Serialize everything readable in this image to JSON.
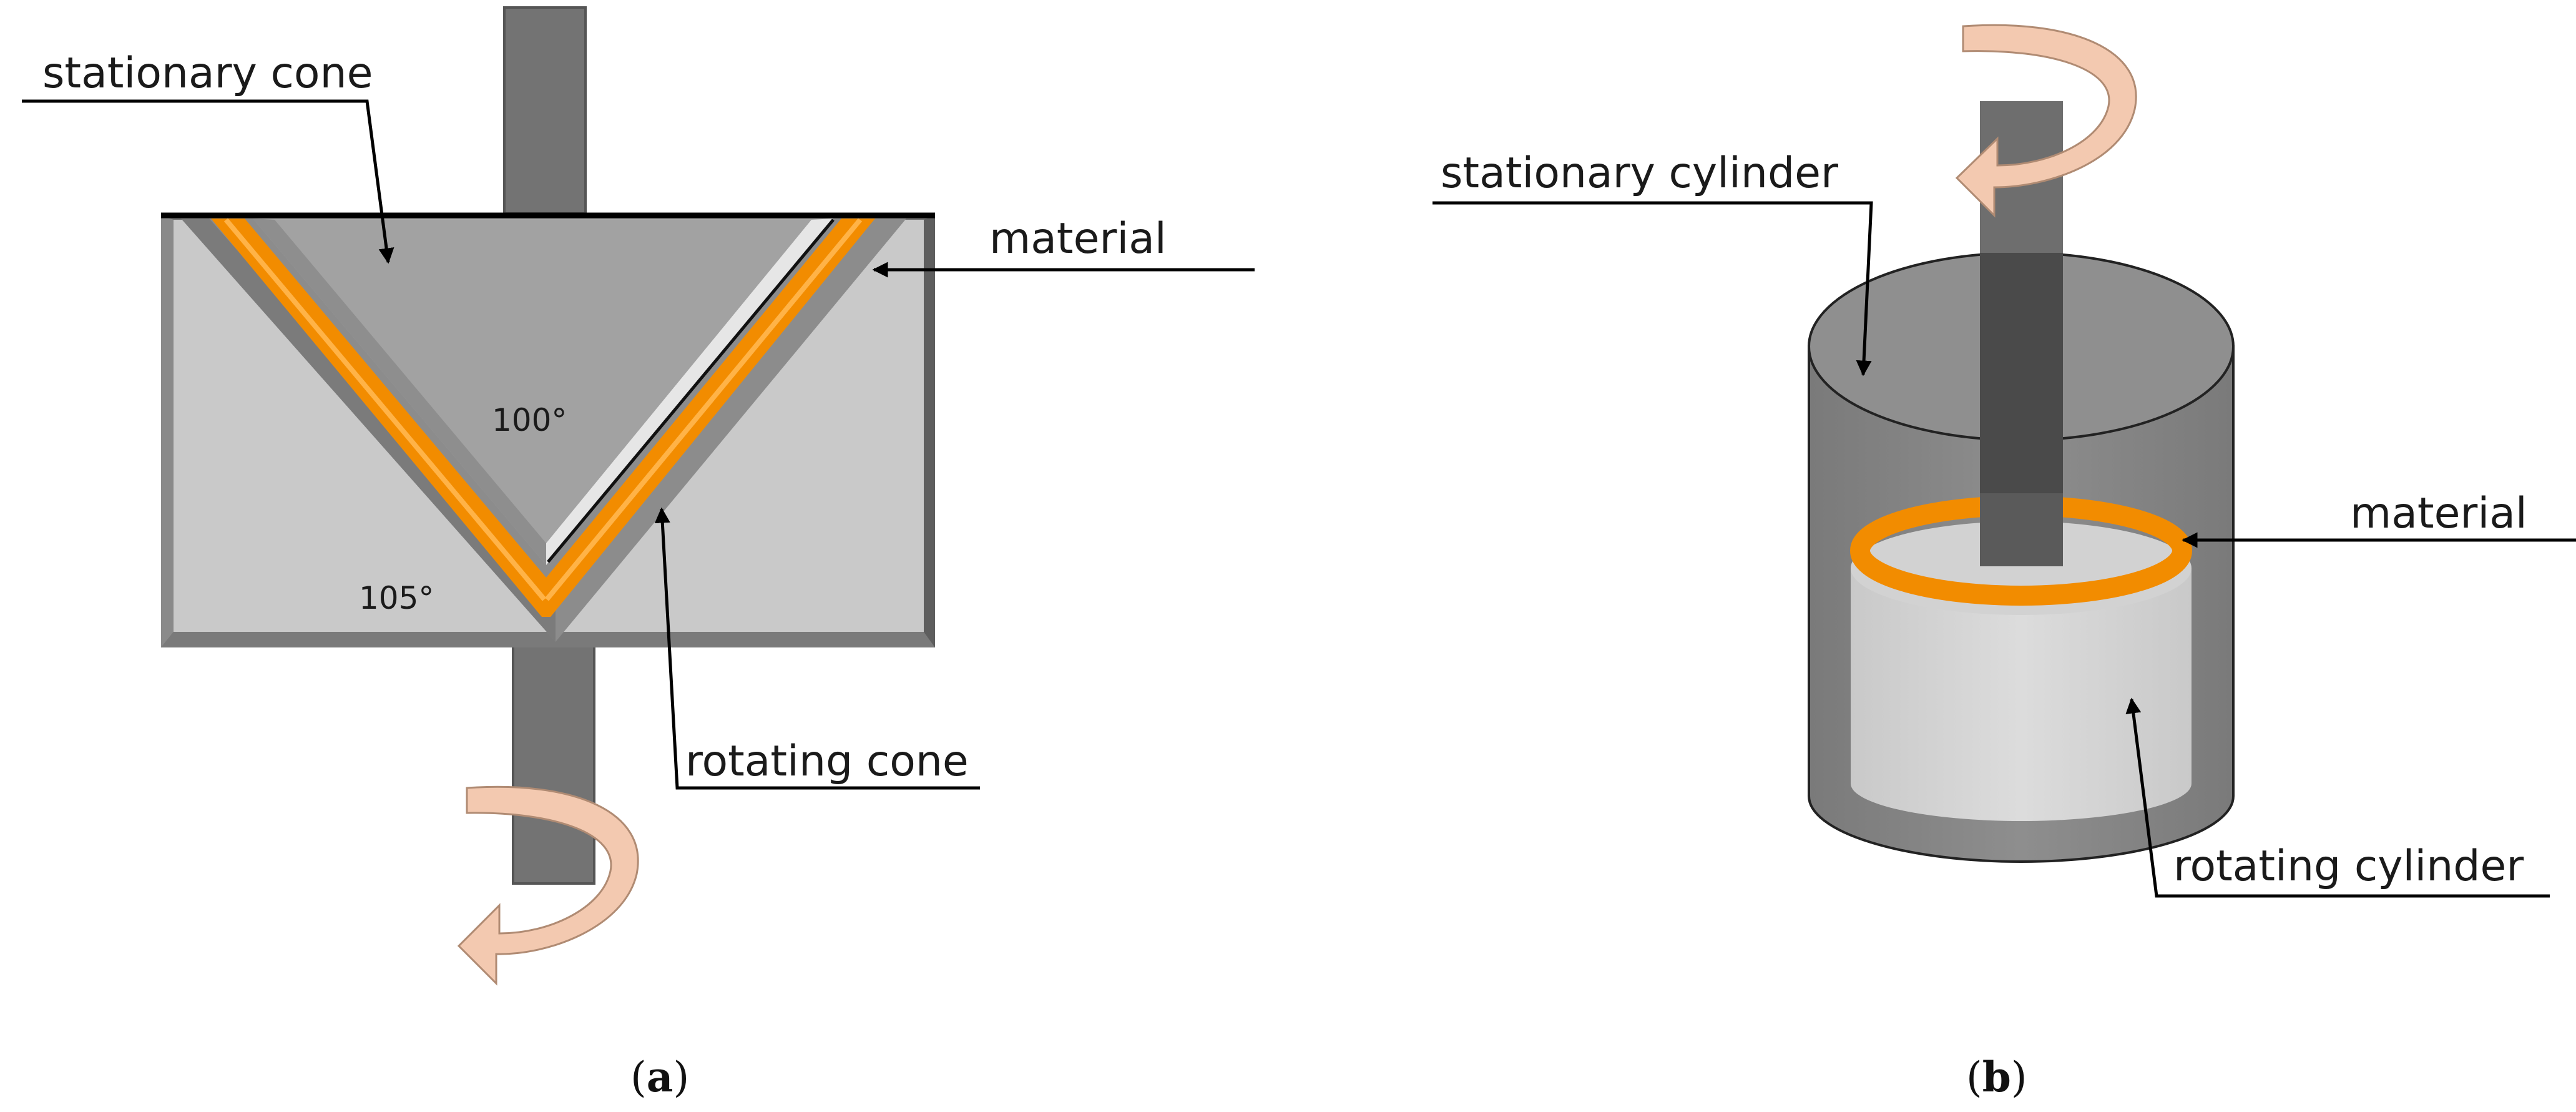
{
  "panel_a": {
    "label_stationary_cone": "stationary cone",
    "label_material": "material",
    "label_rotating_cone": "rotating cone",
    "angle_inner": "100°",
    "angle_outer": "105°",
    "caption_open": "(",
    "caption_letter": "a",
    "caption_close": ")"
  },
  "panel_b": {
    "label_stationary_cylinder": "stationary cylinder",
    "label_material": "material",
    "label_rotating_cylinder": "rotating cylinder",
    "caption_open": "(",
    "caption_letter": "b",
    "caption_close": ")"
  },
  "colors": {
    "material_orange": "#F28C00",
    "steel_dark": "#6E6E6E",
    "steel_mid": "#9E9E9E",
    "steel_light": "#C8C8C8",
    "arrow_peach": "#F3C9B0"
  }
}
